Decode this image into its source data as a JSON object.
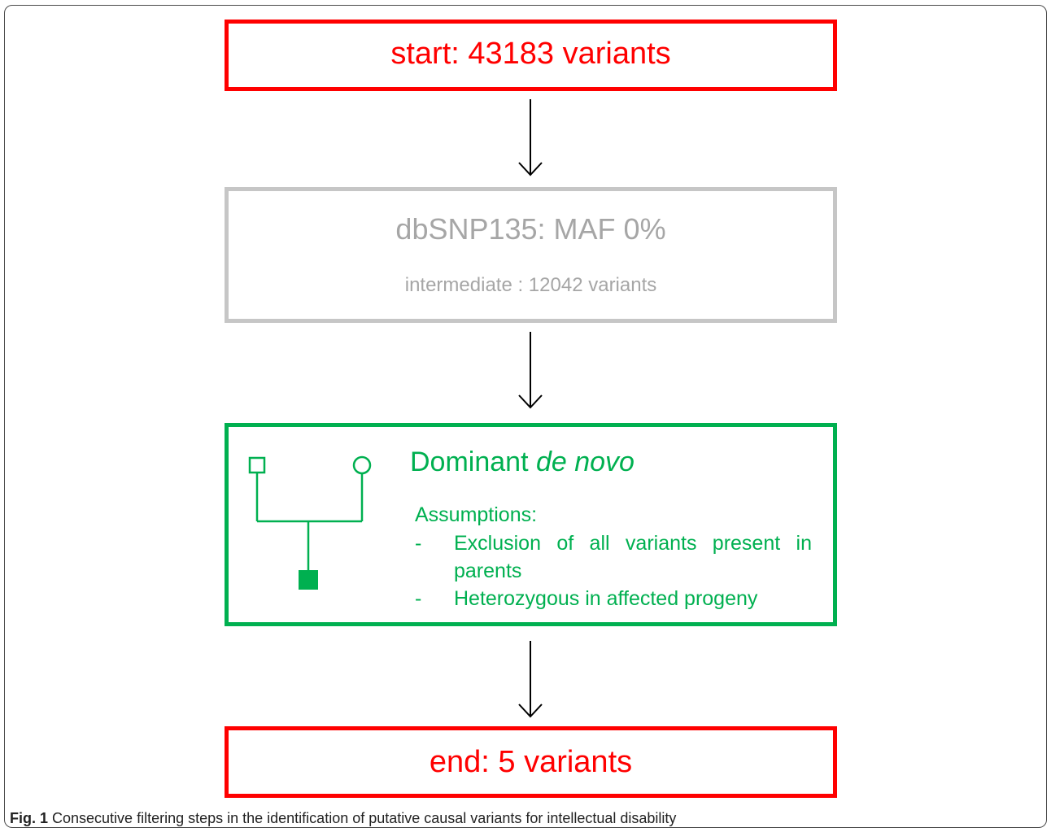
{
  "steps": {
    "start": {
      "text": "start: 43183 variants"
    },
    "dbsnp": {
      "title": "dbSNP135: MAF 0%",
      "subtitle": "intermediate : 12042 variants"
    },
    "denovo": {
      "title_plain": "Dominant ",
      "title_italic": "de novo",
      "assumptions_title": "Assumptions:",
      "items": [
        {
          "dash": "-",
          "line1": "Exclusion of all variants present in",
          "line2": "parents"
        },
        {
          "dash": "-",
          "line1": "Heterozygous in affected progeny"
        }
      ]
    },
    "end": {
      "text": "end: 5 variants"
    }
  },
  "caption": {
    "label": "Fig. 1",
    "text": " Consecutive filtering steps in the identification of putative causal variants for intellectual disability"
  },
  "colors": {
    "start_end": "#ff0000",
    "intermediate": "#a6a6a6",
    "denovo": "#00b050"
  },
  "pedigree": {
    "father": "square-open",
    "mother": "circle-open",
    "child": "square-filled"
  }
}
